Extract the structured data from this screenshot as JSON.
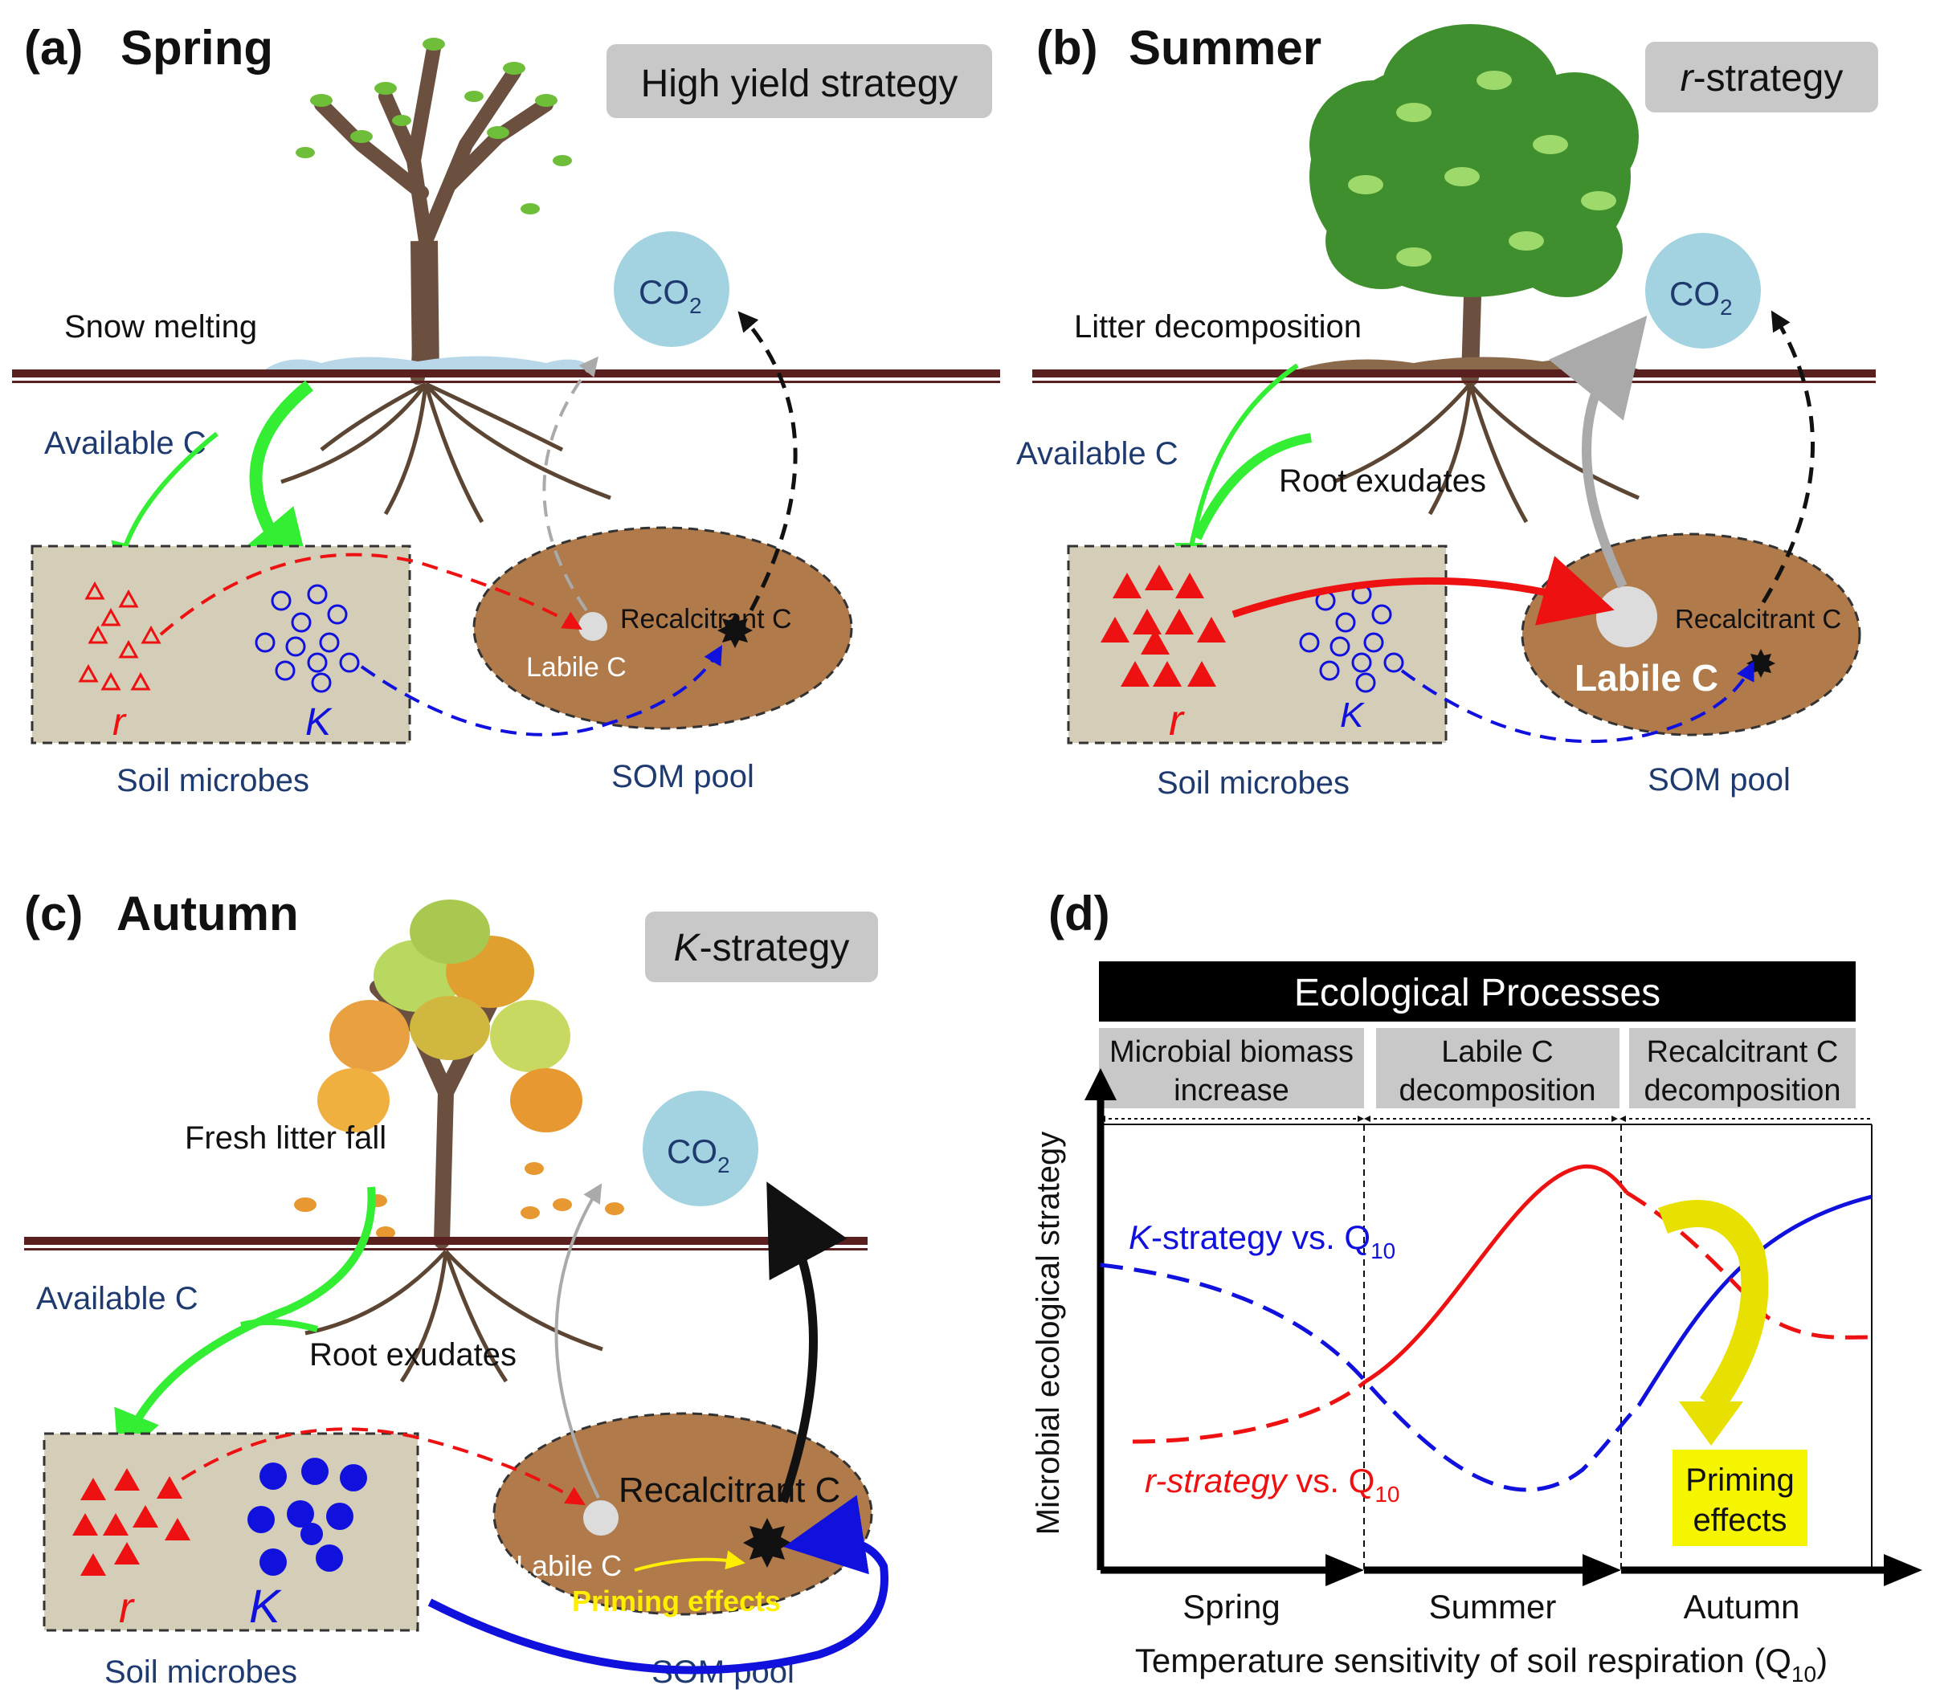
{
  "colors": {
    "ground": "#5a1f1f",
    "soil_box": "#d4cdb8",
    "som_pool": "#b07a4b",
    "co2": "#a3d3e0",
    "green_arrow": "#33ee33",
    "r_red": "#ee1111",
    "k_blue": "#1111dd",
    "label_blue": "#1f3a6e",
    "strategy_box": "#c8c8c8",
    "priming_yellow": "#f5f500",
    "trunk": "#6b5040"
  },
  "icons": [
    "tree-icon",
    "snow-icon",
    "leaf-litter-icon",
    "falling-leaf-icon",
    "root-icon"
  ],
  "panels": {
    "a": {
      "tag": "(a)",
      "season": "Spring",
      "strategy": "High yield strategy",
      "event": "Snow  melting",
      "available_c": "Available C",
      "co2_main": "CO",
      "co2_sub": "2",
      "r": "r",
      "k": "K",
      "soil_microbes": "Soil microbes",
      "labile": "Labile C",
      "recalcitrant": "Recalcitrant C",
      "som_pool": "SOM pool"
    },
    "b": {
      "tag": "(b)",
      "season": "Summer",
      "strategy_italic": "r",
      "strategy_rest": "-strategy",
      "event": "Litter decomposition",
      "available_c": "Available C",
      "root_exudates": "Root exudates",
      "co2_main": "CO",
      "co2_sub": "2",
      "r": "r",
      "k": "K",
      "soil_microbes": "Soil microbes",
      "labile": "Labile C",
      "recalcitrant": "Recalcitrant C",
      "som_pool": "SOM pool"
    },
    "c": {
      "tag": "(c)",
      "season": "Autumn",
      "strategy_italic": "K",
      "strategy_rest": "-strategy",
      "event": "Fresh litter fall",
      "available_c": "Available C",
      "root_exudates": "Root exudates",
      "co2_main": "CO",
      "co2_sub": "2",
      "r": "r",
      "k": "K",
      "soil_microbes": "Soil microbes",
      "labile": "Labile C",
      "recalcitrant": "Recalcitrant C",
      "priming": "Priming effects",
      "som_pool": "SOM pool"
    },
    "d": {
      "tag": "(d)",
      "header": "Ecological Processes",
      "stage1_l1": "Microbial biomass",
      "stage1_l2": "increase",
      "stage2_l1": "Labile C",
      "stage2_l2": "decomposition",
      "stage3_l1": "Recalcitrant C",
      "stage3_l2": "decomposition",
      "ylabel": "Microbial ecological strategy",
      "xlabel_main": "Temperature sensitivity of soil respiration (Q",
      "xlabel_sub": "10",
      "xlabel_end": ")",
      "seasons": [
        "Spring",
        "Summer",
        "Autumn"
      ],
      "k_label_italic": "K",
      "k_label_rest": "-strategy vs. Q",
      "k_label_sub": "10",
      "r_label_italic": "r-strategy",
      "r_label_rest": " vs. Q",
      "r_label_sub": "10",
      "priming_l1": "Priming",
      "priming_l2": "effects"
    }
  }
}
